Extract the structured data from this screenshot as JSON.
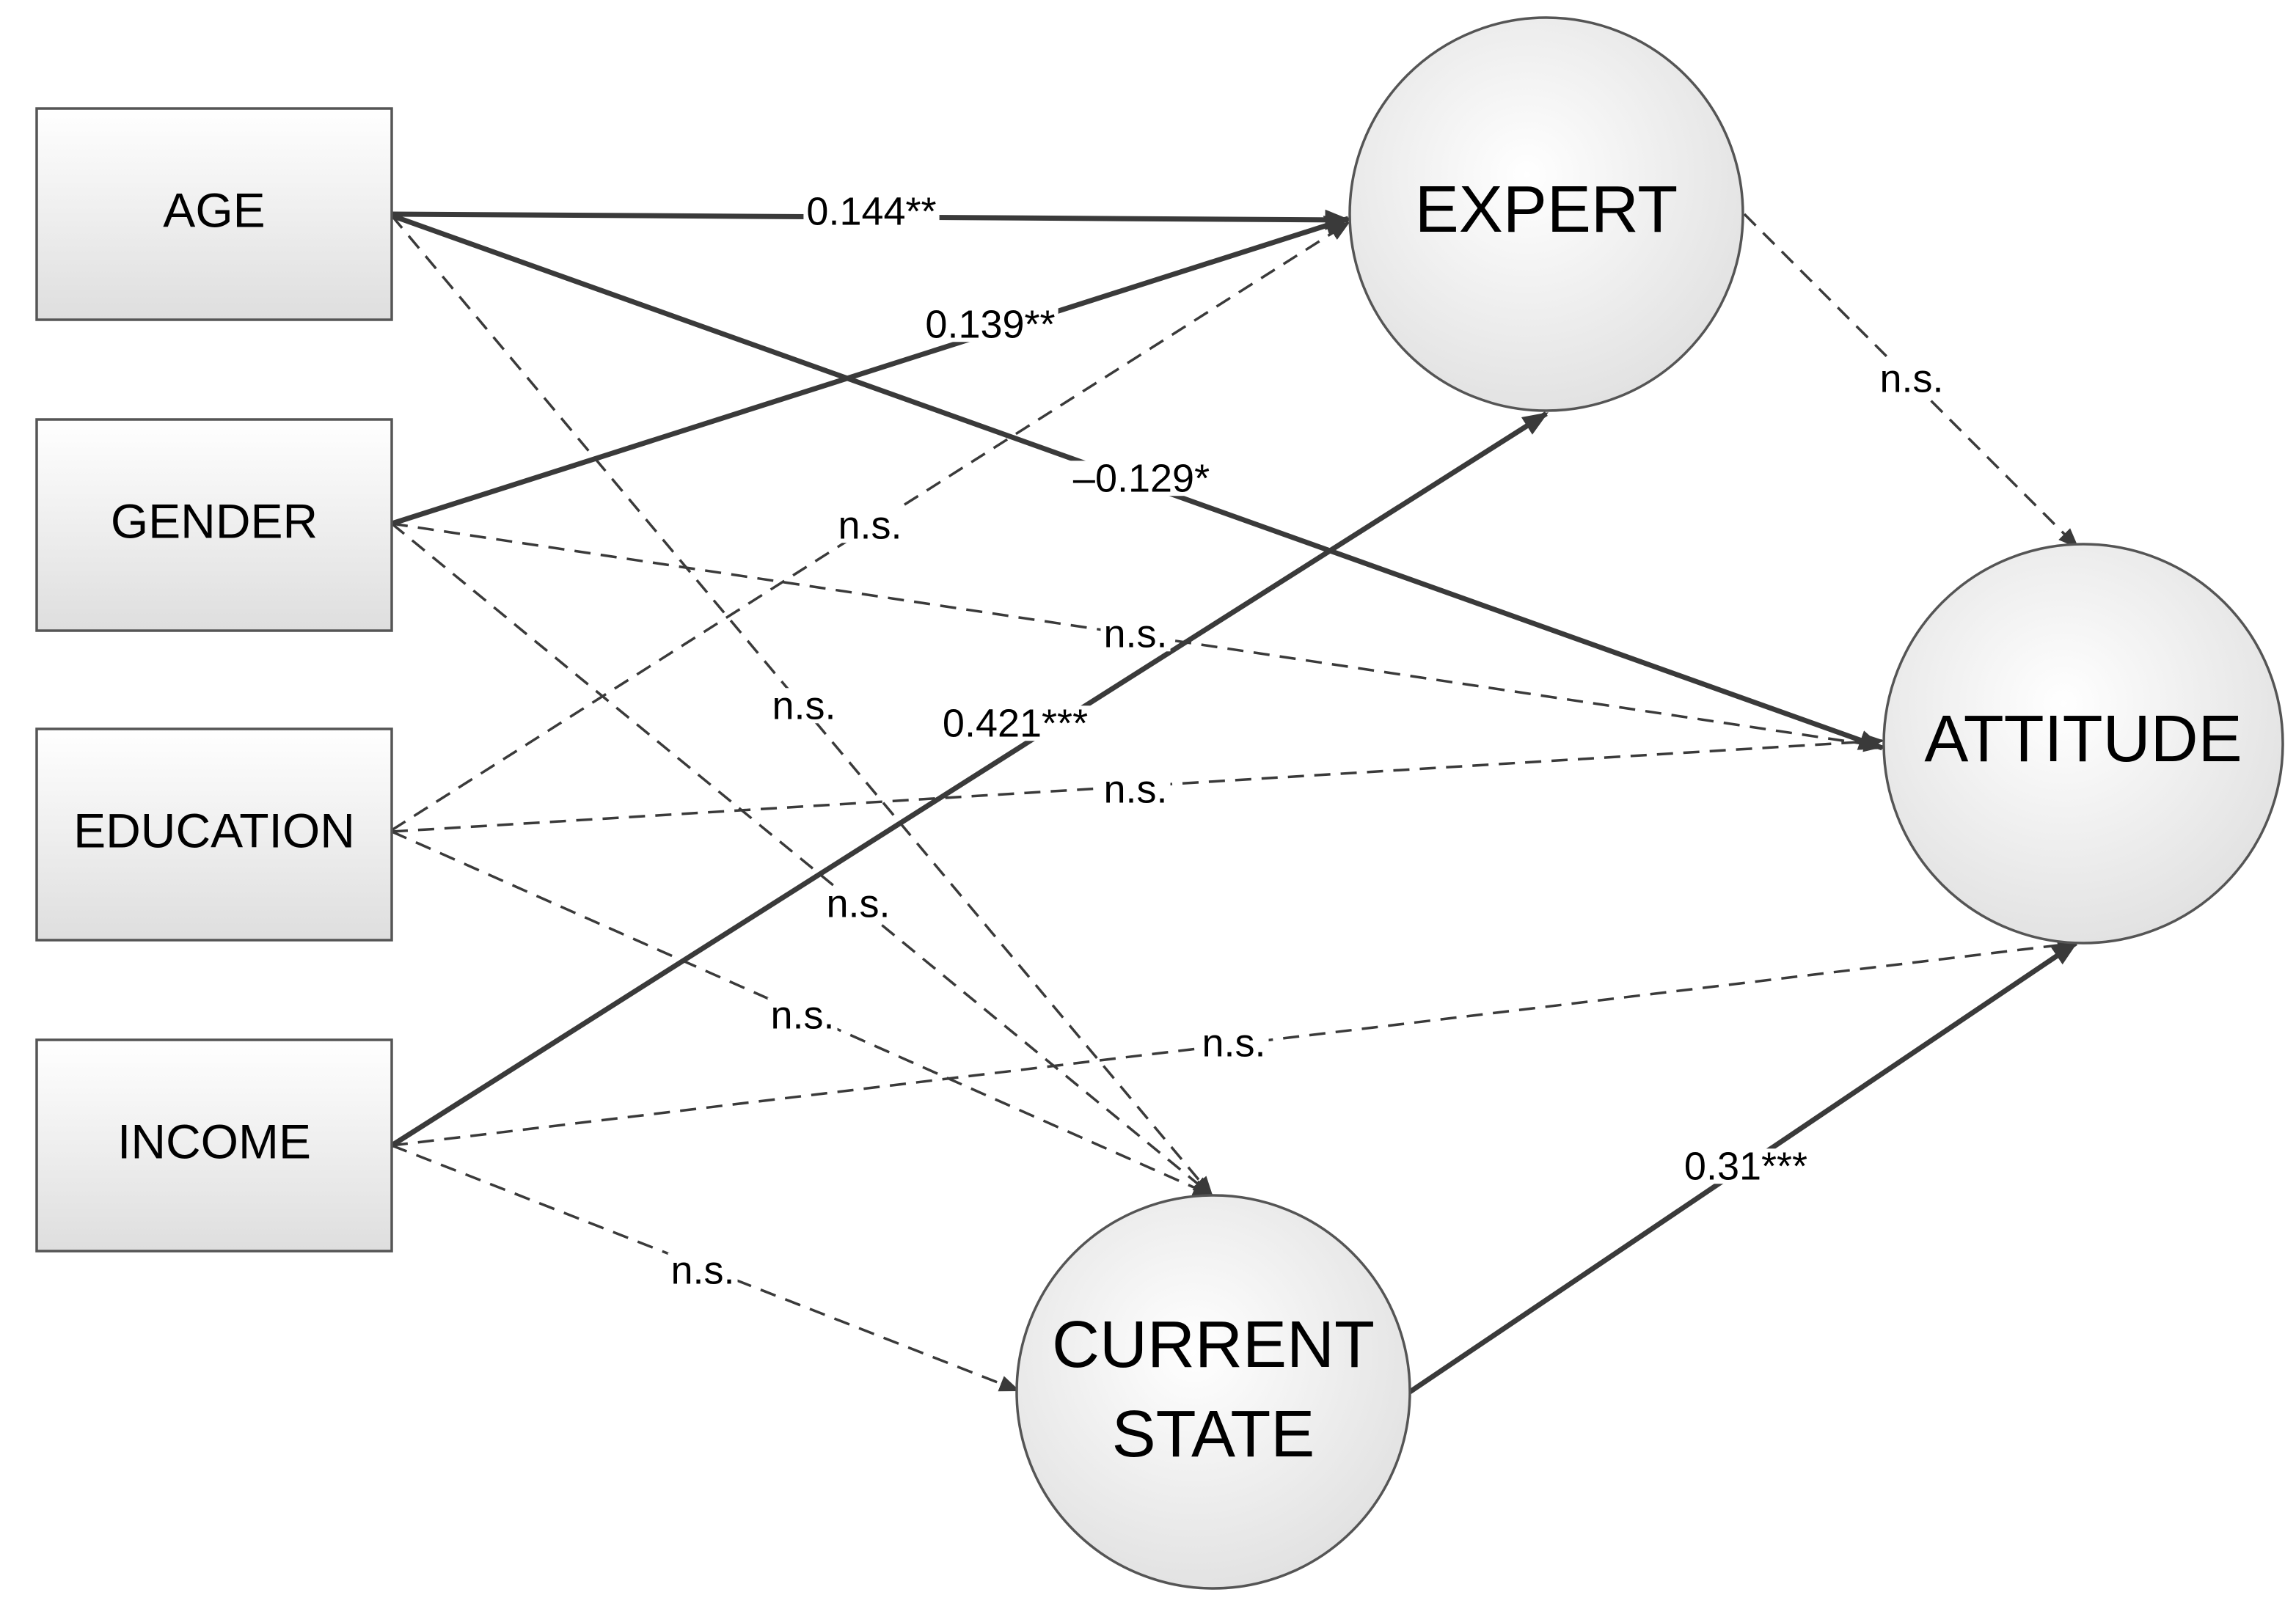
{
  "nodes": {
    "age": "AGE",
    "gender": "GENDER",
    "education": "EDUCATION",
    "income": "INCOME",
    "expert": "EXPERT",
    "attitude": "ATTITUDE",
    "current_state_line1": "CURRENT",
    "current_state_line2": "STATE"
  },
  "edges": [
    {
      "id": "age-expert",
      "from": "AGE",
      "to": "EXPERT",
      "label": "0.144**",
      "style": "solid"
    },
    {
      "id": "gender-expert",
      "from": "GENDER",
      "to": "EXPERT",
      "label": "0.139**",
      "style": "solid"
    },
    {
      "id": "age-attitude",
      "from": "AGE",
      "to": "ATTITUDE",
      "label": "–0.129*",
      "style": "solid"
    },
    {
      "id": "education-expert",
      "from": "EDUCATION",
      "to": "EXPERT",
      "label": "n.s.",
      "style": "dashed"
    },
    {
      "id": "gender-attitude",
      "from": "GENDER",
      "to": "ATTITUDE",
      "label": "n.s.",
      "style": "dashed"
    },
    {
      "id": "age-current",
      "from": "AGE",
      "to": "CURRENT STATE",
      "label": "n.s.",
      "style": "dashed"
    },
    {
      "id": "income-expert",
      "from": "INCOME",
      "to": "EXPERT",
      "label": "0.421***",
      "style": "solid"
    },
    {
      "id": "education-attitude",
      "from": "EDUCATION",
      "to": "ATTITUDE",
      "label": "n.s.",
      "style": "dashed"
    },
    {
      "id": "gender-current",
      "from": "GENDER",
      "to": "CURRENT STATE",
      "label": "n.s.",
      "style": "dashed"
    },
    {
      "id": "education-current",
      "from": "EDUCATION",
      "to": "CURRENT STATE",
      "label": "n.s.",
      "style": "dashed"
    },
    {
      "id": "income-attitude",
      "from": "INCOME",
      "to": "ATTITUDE",
      "label": "n.s.",
      "style": "dashed"
    },
    {
      "id": "income-current",
      "from": "INCOME",
      "to": "CURRENT STATE",
      "label": "n.s.",
      "style": "dashed"
    },
    {
      "id": "expert-attitude",
      "from": "EXPERT",
      "to": "ATTITUDE",
      "label": "n.s.",
      "style": "dashed"
    },
    {
      "id": "current-attitude",
      "from": "CURRENT STATE",
      "to": "ATTITUDE",
      "label": "0.31***",
      "style": "solid"
    }
  ],
  "colors": {
    "line": "#3a3a3a",
    "node_fill_light": "#ffffff",
    "node_fill_dark": "#dcdcdc",
    "node_stroke": "#555555"
  }
}
